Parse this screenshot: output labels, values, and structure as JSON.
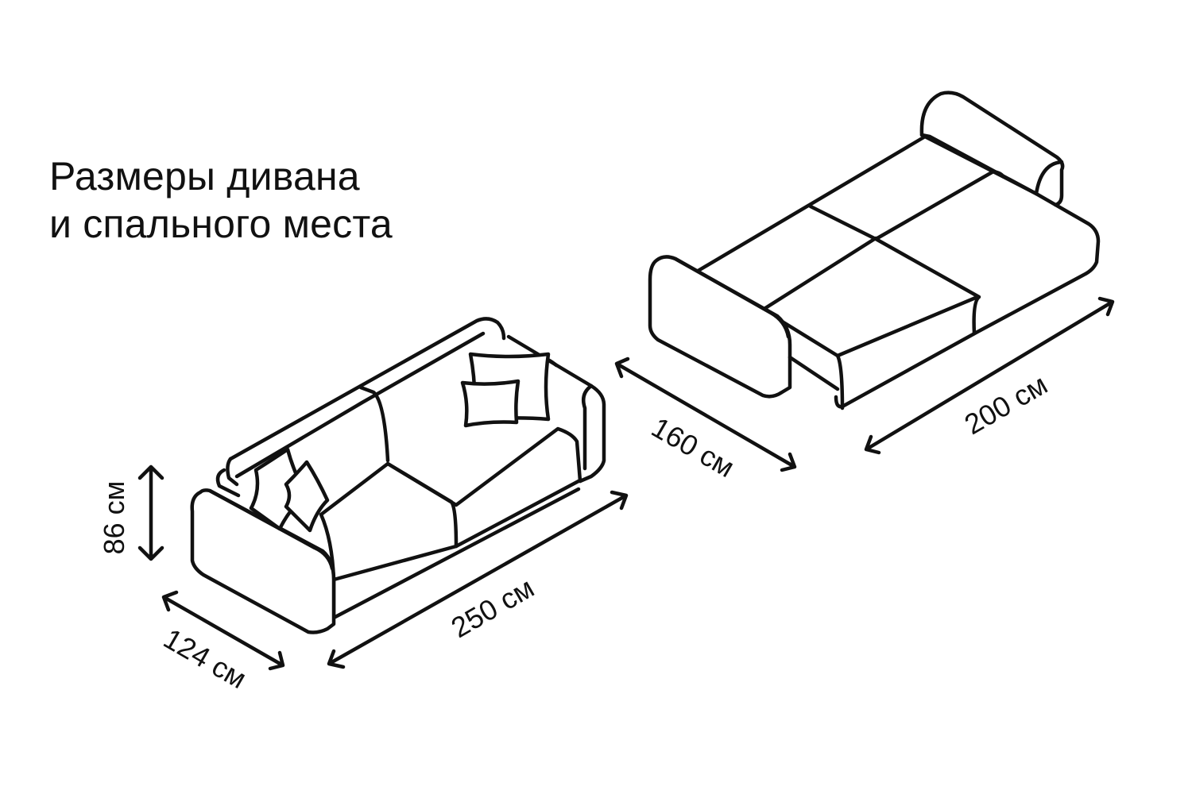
{
  "title": {
    "line1": "Размеры дивана",
    "line2": "и спального места"
  },
  "dimensions": {
    "sofa_height": "86 см",
    "sofa_depth": "124 см",
    "sofa_width": "250 см",
    "bed_length": "160 см",
    "bed_width": "200 см"
  },
  "colors": {
    "line": "#111111",
    "background": "#ffffff"
  }
}
